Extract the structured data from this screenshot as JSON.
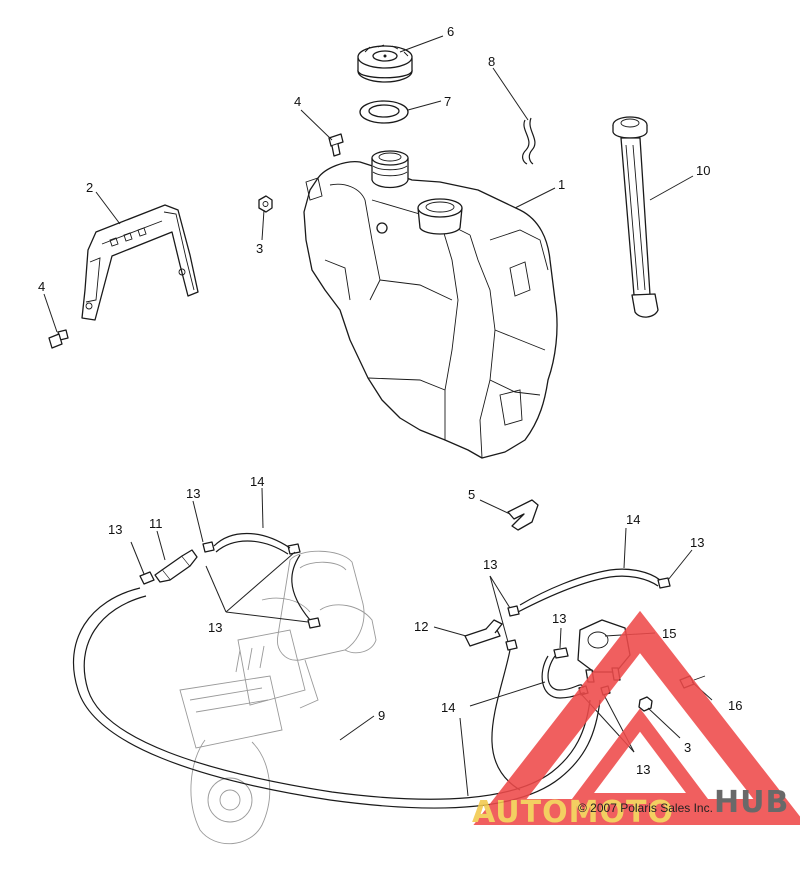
{
  "diagram": {
    "callouts": [
      {
        "id": "c6",
        "text": "6"
      },
      {
        "id": "c8",
        "text": "8"
      },
      {
        "id": "c4a",
        "text": "4"
      },
      {
        "id": "c7",
        "text": "7"
      },
      {
        "id": "c10",
        "text": "10"
      },
      {
        "id": "c2",
        "text": "2"
      },
      {
        "id": "c1",
        "text": "1"
      },
      {
        "id": "c3a",
        "text": "3"
      },
      {
        "id": "c4b",
        "text": "4"
      },
      {
        "id": "c14a",
        "text": "14"
      },
      {
        "id": "c13a",
        "text": "13"
      },
      {
        "id": "c5",
        "text": "5"
      },
      {
        "id": "c14b",
        "text": "14"
      },
      {
        "id": "c11",
        "text": "11"
      },
      {
        "id": "c13b",
        "text": "13"
      },
      {
        "id": "c13c",
        "text": "13"
      },
      {
        "id": "c13d",
        "text": "13"
      },
      {
        "id": "c13e",
        "text": "13"
      },
      {
        "id": "c13f",
        "text": "13"
      },
      {
        "id": "c12",
        "text": "12"
      },
      {
        "id": "c15",
        "text": "15"
      },
      {
        "id": "c16",
        "text": "16"
      },
      {
        "id": "c9",
        "text": "9"
      },
      {
        "id": "c14c",
        "text": "14"
      },
      {
        "id": "c3b",
        "text": "3"
      },
      {
        "id": "c13g",
        "text": "13"
      }
    ],
    "copyright": "© 2007  Polaris Sales Inc.",
    "watermark": {
      "text_left": "AUTOMOTO",
      "text_right": "HUB",
      "color_primary": "#ee4a4a",
      "color_secondary": "#f2c94c",
      "color_dark": "#555555"
    }
  }
}
